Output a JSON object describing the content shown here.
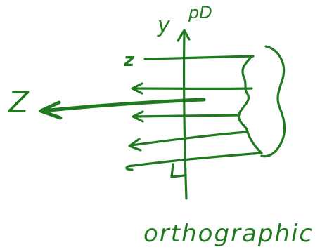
{
  "diagram": {
    "ink_color": "#1f7a1f",
    "labels": {
      "y_axis": "y",
      "y_annotation": "pD",
      "z_axis": "Z",
      "top_arrow_mark": "z",
      "caption": "orthographic"
    },
    "projection_rays": 5
  }
}
